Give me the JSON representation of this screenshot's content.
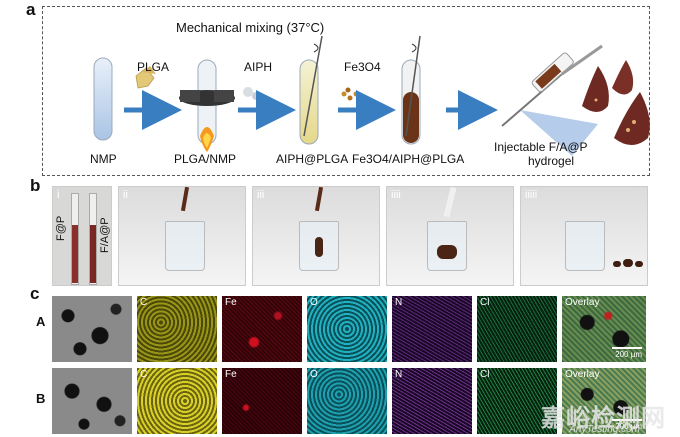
{
  "panels": {
    "a": {
      "letter": "a",
      "title": "Mechanical mixing (37°C)",
      "reagents": [
        "PLGA",
        "AIPH",
        "Fe3O4"
      ],
      "steps": [
        "NMP",
        "PLGA/NMP",
        "AIPH@PLGA",
        "Fe3O4/AIPH@PLGA"
      ],
      "product_line1": "Injectable F/A@P",
      "product_line2": "hydrogel"
    },
    "b": {
      "letter": "b",
      "subpanels": [
        "i",
        "ii",
        "iii",
        "iiii",
        "iiiii"
      ],
      "tube_labels": [
        "F@P",
        "F/A@P"
      ]
    },
    "c": {
      "letter": "c",
      "rows": [
        "A",
        "B"
      ],
      "channels": [
        "",
        "C",
        "Fe",
        "O",
        "N",
        "Cl",
        "Overlay"
      ],
      "scale_bar": "200 μm"
    }
  },
  "colors": {
    "arrow": "#3a7ec2",
    "fe_map": "#d01020",
    "c_map": "#c8c020",
    "o_map": "#20b0c0",
    "n_map": "#a040c0",
    "cl_map": "#20a060"
  },
  "watermark": {
    "text": "嘉峪检测网",
    "sub": "AnyTesting.com"
  }
}
